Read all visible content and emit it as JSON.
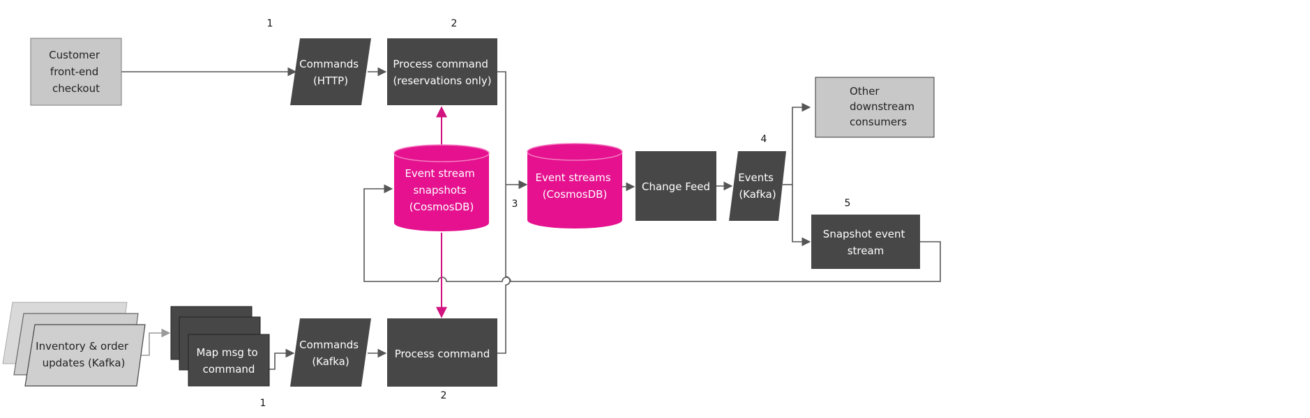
{
  "colors": {
    "dark_box": "#474747",
    "light_box": "#c8c8c8",
    "light_box_border": "#8a8a8a",
    "db_magenta": "#e5118f",
    "connector": "#555555",
    "magenta_arrow": "#d1127f",
    "light_text": "#ffffff",
    "dark_text": "#222222"
  },
  "numbers": {
    "step1_top": "1",
    "step2_top": "2",
    "step3": "3",
    "step4": "4",
    "step5": "5",
    "step1_bottom": "1",
    "step2_bottom": "2"
  },
  "nodes": {
    "customer_checkout": [
      "Customer",
      "front-end",
      "checkout"
    ],
    "commands_http": [
      "Commands",
      "(HTTP)"
    ],
    "process_command_top": [
      "Process command",
      "(reservations only)"
    ],
    "event_stream_snapshots": [
      "Event stream",
      "snapshots",
      "(CosmosDB)"
    ],
    "event_streams": [
      "Event streams",
      "(CosmosDB)"
    ],
    "change_feed": [
      "Change Feed"
    ],
    "events_kafka": [
      "Events",
      "(Kafka)"
    ],
    "other_consumers": [
      "Other",
      "downstream",
      "consumers"
    ],
    "snapshot_event_stream": [
      "Snapshot event",
      "stream"
    ],
    "inventory_updates": [
      "Inventory & order",
      "updates (Kafka)"
    ],
    "map_msg": [
      "Map msg to",
      "command"
    ],
    "commands_kafka": [
      "Commands",
      "(Kafka)"
    ],
    "process_command_bottom": [
      "Process command"
    ]
  }
}
